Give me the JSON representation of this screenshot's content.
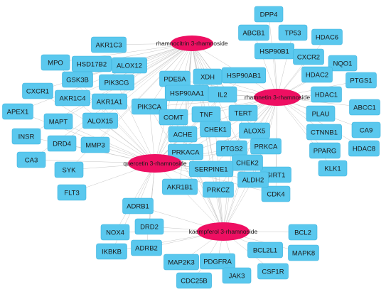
{
  "network": {
    "edge_color": "#c6c6c6",
    "gene_fill": "#5ac8ee",
    "gene_stroke": "#3fb4de",
    "compound_fill": "#ee0f62",
    "text_color": "#1a1a1a",
    "compounds": [
      {
        "id": "c1",
        "label": "rhamnocitrin 3-rhamnoside"
      },
      {
        "id": "c2",
        "label": "rhamnetin 3-rhamnoside"
      },
      {
        "id": "c3",
        "label": "quercetin 3-rhamnoside"
      },
      {
        "id": "c4",
        "label": "kaempferol 3-rhamnoside"
      }
    ],
    "genes": [
      {
        "label": "DPP4",
        "targets": [
          "c2"
        ]
      },
      {
        "label": "ABCB1",
        "targets": [
          "c2"
        ]
      },
      {
        "label": "TP53",
        "targets": [
          "c2"
        ]
      },
      {
        "label": "HDAC6",
        "targets": [
          "c2"
        ]
      },
      {
        "label": "HSP90B1",
        "targets": [
          "c2"
        ]
      },
      {
        "label": "CXCR2",
        "targets": [
          "c2"
        ]
      },
      {
        "label": "NQO1",
        "targets": [
          "c2"
        ]
      },
      {
        "label": "HDAC2",
        "targets": [
          "c2"
        ]
      },
      {
        "label": "PTGS1",
        "targets": [
          "c2"
        ]
      },
      {
        "label": "HDAC1",
        "targets": [
          "c2"
        ]
      },
      {
        "label": "ABCC1",
        "targets": [
          "c2"
        ]
      },
      {
        "label": "PLAU",
        "targets": [
          "c2"
        ]
      },
      {
        "label": "CTNNB1",
        "targets": [
          "c2"
        ]
      },
      {
        "label": "CA9",
        "targets": [
          "c2"
        ]
      },
      {
        "label": "PPARG",
        "targets": [
          "c2"
        ]
      },
      {
        "label": "HDAC8",
        "targets": [
          "c2"
        ]
      },
      {
        "label": "KLK1",
        "targets": [
          "c2"
        ]
      },
      {
        "label": "SIRT1",
        "targets": [
          "c2",
          "c3"
        ]
      },
      {
        "label": "CDK4",
        "targets": [
          "c2",
          "c3"
        ]
      },
      {
        "label": "AKR1C3",
        "targets": [
          "c1"
        ]
      },
      {
        "label": "MPO",
        "targets": [
          "c1",
          "c3"
        ]
      },
      {
        "label": "HSD17B2",
        "targets": [
          "c1"
        ]
      },
      {
        "label": "ALOX12",
        "targets": [
          "c1"
        ]
      },
      {
        "label": "GSK3B",
        "targets": [
          "c1",
          "c3"
        ]
      },
      {
        "label": "PIK3CG",
        "targets": [
          "c1",
          "c3"
        ]
      },
      {
        "label": "CXCR1",
        "targets": [
          "c1",
          "c3"
        ]
      },
      {
        "label": "AKR1C4",
        "targets": [
          "c1",
          "c3"
        ]
      },
      {
        "label": "AKR1A1",
        "targets": [
          "c1",
          "c3"
        ]
      },
      {
        "label": "APEX1",
        "targets": [
          "c1",
          "c3"
        ]
      },
      {
        "label": "MAPT",
        "targets": [
          "c1",
          "c3"
        ]
      },
      {
        "label": "ALOX15",
        "targets": [
          "c1",
          "c3"
        ]
      },
      {
        "label": "INSR",
        "targets": [
          "c1",
          "c3"
        ]
      },
      {
        "label": "DRD4",
        "targets": [
          "c1",
          "c3"
        ]
      },
      {
        "label": "MMP3",
        "targets": [
          "c1",
          "c3"
        ]
      },
      {
        "label": "CA3",
        "targets": [
          "c1",
          "c3"
        ]
      },
      {
        "label": "SYK",
        "targets": [
          "c1",
          "c3"
        ]
      },
      {
        "label": "FLT3",
        "targets": [
          "c3"
        ]
      },
      {
        "label": "PDE5A",
        "targets": [
          "c1",
          "c2",
          "c3"
        ]
      },
      {
        "label": "XDH",
        "targets": [
          "c1",
          "c2",
          "c3"
        ]
      },
      {
        "label": "HSP90AB1",
        "targets": [
          "c1",
          "c2",
          "c3"
        ]
      },
      {
        "label": "HSP90AA1",
        "targets": [
          "c1",
          "c2",
          "c3"
        ]
      },
      {
        "label": "IL2",
        "targets": [
          "c1",
          "c2",
          "c3"
        ]
      },
      {
        "label": "PIK3CA",
        "targets": [
          "c1",
          "c2",
          "c3",
          "c4"
        ]
      },
      {
        "label": "COMT",
        "targets": [
          "c1",
          "c2",
          "c3",
          "c4"
        ]
      },
      {
        "label": "TNF",
        "targets": [
          "c1",
          "c2",
          "c3",
          "c4"
        ]
      },
      {
        "label": "TERT",
        "targets": [
          "c1",
          "c2",
          "c3",
          "c4"
        ]
      },
      {
        "label": "CHEK1",
        "targets": [
          "c1",
          "c2",
          "c3",
          "c4"
        ]
      },
      {
        "label": "ACHE",
        "targets": [
          "c1",
          "c2",
          "c3",
          "c4"
        ]
      },
      {
        "label": "ALOX5",
        "targets": [
          "c1",
          "c2",
          "c3",
          "c4"
        ]
      },
      {
        "label": "PRKACA",
        "targets": [
          "c1",
          "c2",
          "c3",
          "c4"
        ]
      },
      {
        "label": "PTGS2",
        "targets": [
          "c1",
          "c2",
          "c3",
          "c4"
        ]
      },
      {
        "label": "PRKCA",
        "targets": [
          "c1",
          "c2",
          "c3",
          "c4"
        ]
      },
      {
        "label": "CHEK2",
        "targets": [
          "c1",
          "c2",
          "c3",
          "c4"
        ]
      },
      {
        "label": "SERPINE1",
        "targets": [
          "c1",
          "c2",
          "c3",
          "c4"
        ]
      },
      {
        "label": "ALDH2",
        "targets": [
          "c2",
          "c3",
          "c4"
        ]
      },
      {
        "label": "AKR1B1",
        "targets": [
          "c1",
          "c2",
          "c3",
          "c4"
        ]
      },
      {
        "label": "PRKCZ",
        "targets": [
          "c1",
          "c2",
          "c3",
          "c4"
        ]
      },
      {
        "label": "ADRB1",
        "targets": [
          "c3",
          "c4"
        ]
      },
      {
        "label": "DRD2",
        "targets": [
          "c3",
          "c4"
        ]
      },
      {
        "label": "NOX4",
        "targets": [
          "c3",
          "c4"
        ]
      },
      {
        "label": "ADRB2",
        "targets": [
          "c3",
          "c4"
        ]
      },
      {
        "label": "IKBKB",
        "targets": [
          "c3",
          "c4"
        ]
      },
      {
        "label": "BCL2",
        "targets": [
          "c4"
        ]
      },
      {
        "label": "BCL2L1",
        "targets": [
          "c4"
        ]
      },
      {
        "label": "MAPK8",
        "targets": [
          "c4"
        ]
      },
      {
        "label": "MAP2K3",
        "targets": [
          "c4"
        ]
      },
      {
        "label": "PDGFRA",
        "targets": [
          "c4"
        ]
      },
      {
        "label": "CDC25B",
        "targets": [
          "c4"
        ]
      },
      {
        "label": "JAK3",
        "targets": [
          "c4"
        ]
      },
      {
        "label": "CSF1R",
        "targets": [
          "c4"
        ]
      }
    ]
  }
}
